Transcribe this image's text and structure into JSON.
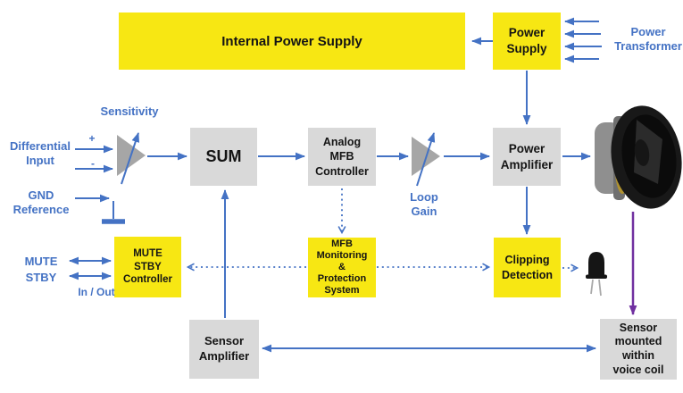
{
  "colors": {
    "accent_blue": "#4472C4",
    "box_yellow": "#F7E713",
    "box_gray": "#D9D9D9",
    "triangle_gray": "#A6A6A6",
    "arrow_purple": "#7030A0"
  },
  "blocks": {
    "internal_power_supply": "Internal Power Supply",
    "power_supply": "Power\nSupply",
    "sum": "SUM",
    "analog_mfb_controller": "Analog\nMFB\nController",
    "power_amplifier": "Power\nAmplifier",
    "mute_stby_controller": "MUTE\nSTBY\nController",
    "mfb_monitoring": "MFB\nMonitoring\n&\nProtection\nSystem",
    "clipping_detection": "Clipping\nDetection",
    "sensor_amplifier": "Sensor\nAmplifier",
    "sensor_voice_coil": "Sensor\nmounted\nwithin\nvoice coil"
  },
  "labels": {
    "power_transformer": "Power\nTransformer",
    "sensitivity": "Sensitivity",
    "differential_input": "Differential\nInput",
    "plus": "+",
    "minus": "-",
    "gnd_reference": "GND\nReference",
    "loop_gain": "Loop Gain",
    "mute_stby": "MUTE\nSTBY",
    "in_out": "In / Out"
  },
  "icons": {
    "speaker": "speaker-icon",
    "led": "led-icon",
    "ground": "ground-icon",
    "sensitivity_gain": "variable-gain-amplifier-icon",
    "loop_gain": "variable-gain-amplifier-icon"
  }
}
